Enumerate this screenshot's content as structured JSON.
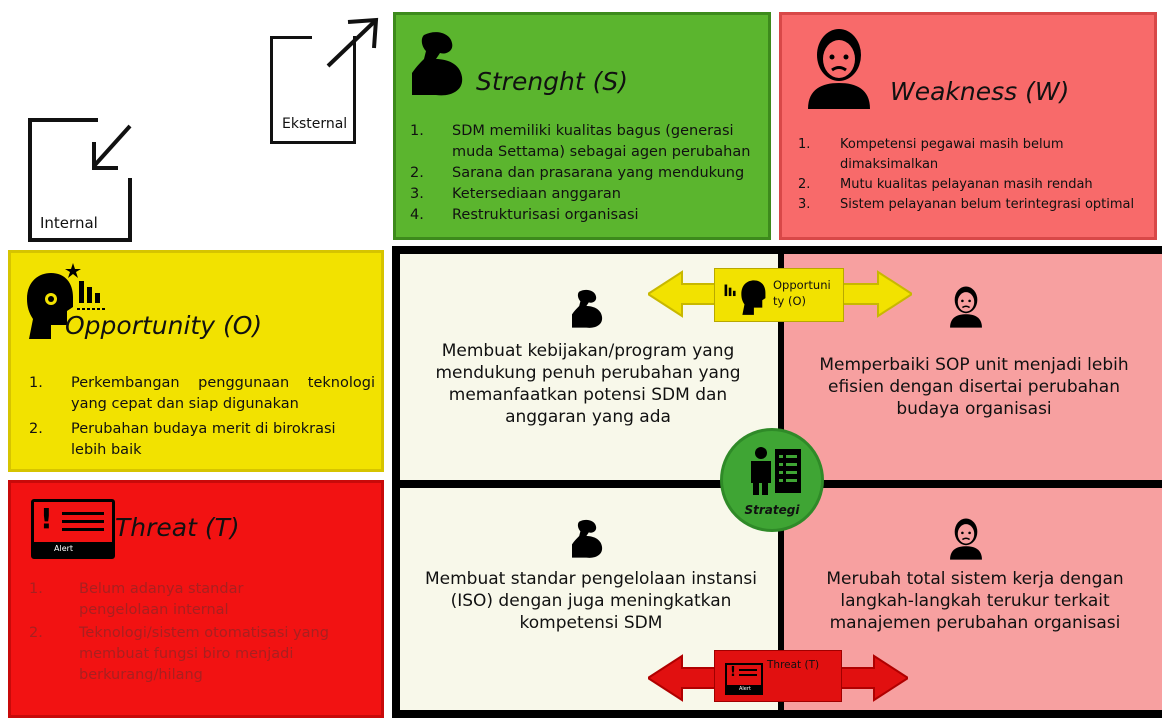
{
  "axes": {
    "external_label": "Eksternal",
    "internal_label": "Internal"
  },
  "strength": {
    "title": "Strenght (S)",
    "icon": "flexed-arm-icon",
    "items": [
      "SDM memiliki kualitas bagus (generasi muda Settama) sebagai agen perubahan",
      "Sarana dan prasarana yang mendukung",
      "Ketersediaan anggaran",
      "Restrukturisasi organisasi"
    ]
  },
  "weakness": {
    "title": "Weakness (W)",
    "icon": "stressed-person-icon",
    "items": [
      "Kompetensi pegawai masih belum dimaksimalkan",
      "Mutu kualitas pelayanan masih rendah",
      "Sistem pelayanan belum terintegrasi optimal"
    ]
  },
  "opportunity": {
    "title": "Opportunity (O)",
    "icon": "head-with-chart-icon",
    "items": [
      "Perkembangan penggunaan teknologi yang cepat dan siap digunakan",
      "Perubahan budaya merit di birokrasi lebih baik"
    ]
  },
  "threat": {
    "title": "Threat (T)",
    "icon": "alert-window-icon",
    "alert_label": "Alert",
    "items": [
      "Belum adanya standar pengelolaan internal",
      "Teknologi/sistem otomatisasi yang membuat fungsi biro menjadi berkurang/hilang"
    ]
  },
  "matrix": {
    "so": "Membuat kebijakan/program yang mendukung penuh perubahan yang memanfaatkan potensi SDM dan anggaran yang ada",
    "wo": "Memperbaiki SOP unit menjadi lebih efisien dengan disertai perubahan budaya organisasi",
    "st": "Membuat standar pengelolaan instansi (ISO) dengan juga meningkatkan kompetensi SDM",
    "wt": "Merubah total sistem kerja dengan langkah-langkah terukur terkait manajemen perubahan organisasi",
    "center_label": "Strategi",
    "opportunity_arrow_label": "Opportunity (O)",
    "threat_arrow_label": "Threat (T)",
    "threat_arrow_alert": "Alert"
  },
  "colors": {
    "strength_bg": "#5bb52e",
    "weakness_bg": "#f86a6a",
    "opportunity_bg": "#f2e200",
    "threat_bg": "#f21212",
    "matrix_left_bg": "#f8f8ea",
    "matrix_right_bg": "#f7a0a0",
    "strategy_circle": "#3fa534",
    "opportunity_arrow": "#f2e200",
    "threat_arrow": "#e11010"
  }
}
